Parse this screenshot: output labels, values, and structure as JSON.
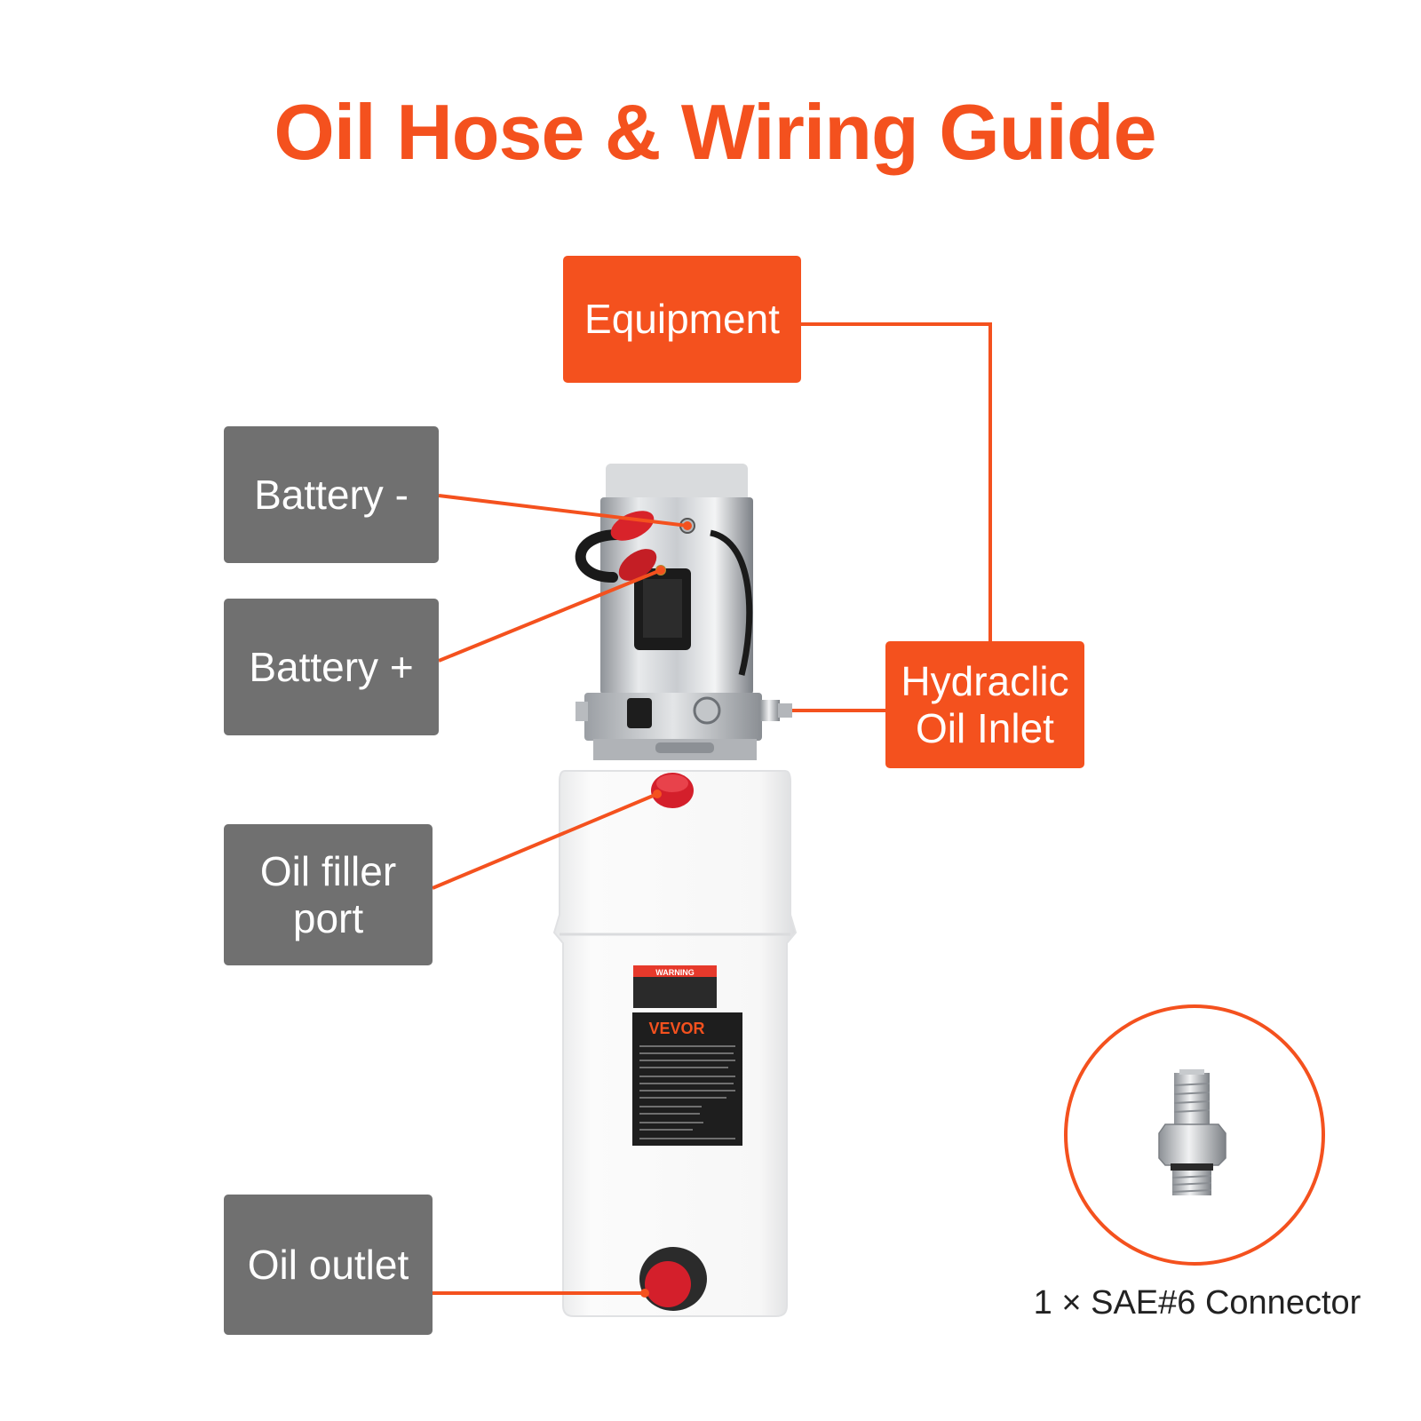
{
  "title": "Oil Hose & Wiring Guide",
  "labels": {
    "equipment": "Equipment",
    "hydraulic_line1": "Hydraclic",
    "hydraulic_line2": "Oil Inlet",
    "battery_neg": "Battery -",
    "battery_pos": "Battery +",
    "filler_line1": "Oil filler",
    "filler_line2": "port",
    "oil_outlet": "Oil outlet"
  },
  "warning_label": "WARNING",
  "brand": "VEVOR",
  "connector_caption": "1 × SAE#6 Connector",
  "colors": {
    "accent": "#f4511e",
    "label_gray": "#707070"
  }
}
